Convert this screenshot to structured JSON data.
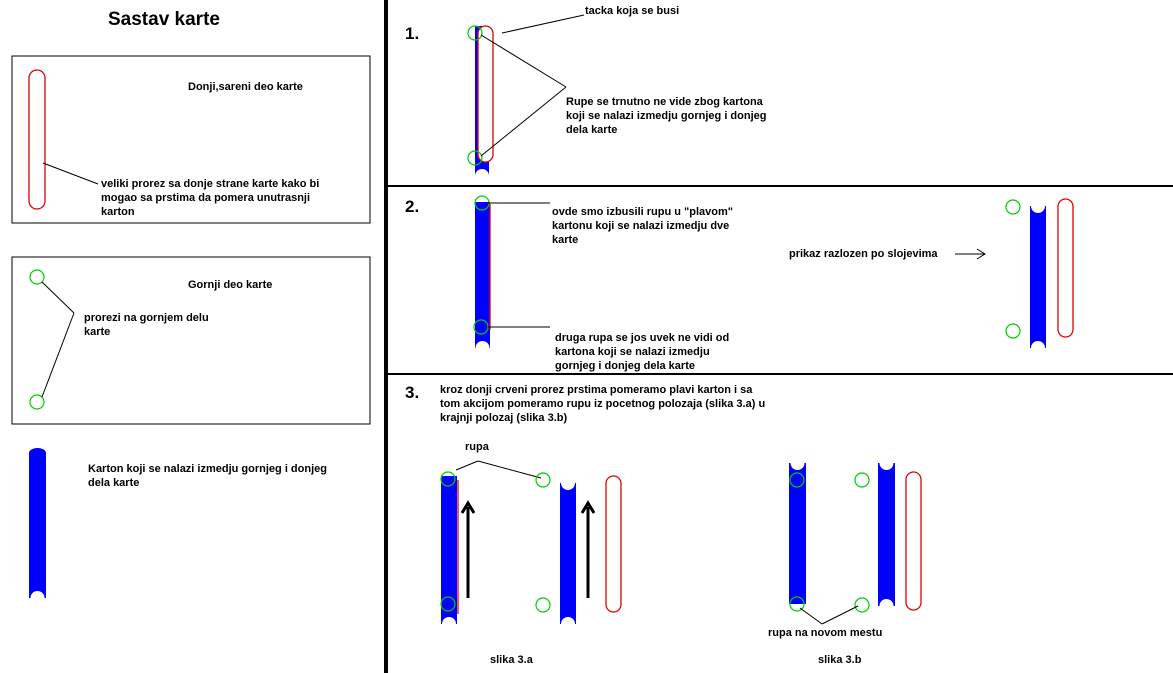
{
  "title": "Sastav karte",
  "colors": {
    "blue": "#0000ff",
    "red": "#e00000",
    "green": "#00cc00",
    "black": "#000000"
  },
  "left": {
    "box1": {
      "heading": "Donji,sareni deo karte",
      "note": [
        "veliki prorez sa donje strane karte kako bi",
        "mogao sa prstima da pomera unutrasnji",
        "karton"
      ]
    },
    "box2": {
      "heading": "Gornji deo karte",
      "note": [
        "prorezi na gornjem delu",
        "karte"
      ]
    },
    "carton": {
      "note": [
        "Karton koji se nalazi izmedju gornjeg i donjeg",
        "dela karte"
      ]
    }
  },
  "step1": {
    "number": "1.",
    "callout_top": "tacka koja se busi",
    "callout": [
      "Rupe se trnutno ne vide zbog kartona",
      "koji se nalazi izmedju gornjeg i donjeg",
      "dela karte"
    ]
  },
  "step2": {
    "number": "2.",
    "callout_top": [
      "ovde smo izbusili rupu u \"plavom\"",
      "kartonu koji se nalazi izmedju dve",
      "karte"
    ],
    "callout_bottom": [
      "druga rupa se jos uvek ne vidi od",
      "kartona koji se nalazi izmedju",
      "gornjeg i donjeg dela karte"
    ],
    "layers_label": "prikaz razlozen po slojevima"
  },
  "step3": {
    "number": "3.",
    "description": [
      "kroz donji crveni prorez prstima pomeramo plavi karton i sa",
      "tom akcijom pomeramo rupu iz pocetnog polozaja (slika 3.a) u",
      "krajnji polozaj (slika 3.b)"
    ],
    "hole_label": "rupa",
    "caption_a": "slika 3.a",
    "new_hole_label": "rupa na novom mestu",
    "caption_b": "slika 3.b"
  }
}
